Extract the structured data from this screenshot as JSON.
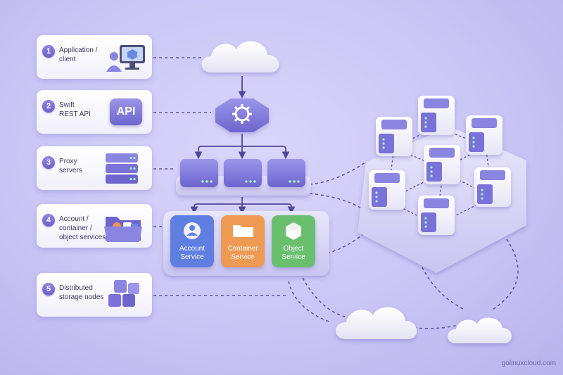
{
  "steps": [
    {
      "number": "1",
      "label": "Application /\nclient",
      "icon": "user-monitor-icon"
    },
    {
      "number": "2",
      "label": "Swift\nREST API",
      "icon": "api-icon"
    },
    {
      "number": "3",
      "label": "Proxy\nservers",
      "icon": "server-stack-icon"
    },
    {
      "number": "4",
      "label": "Account /\ncontainer /\nobject services",
      "icon": "folder-icon"
    },
    {
      "number": "5",
      "label": "Distributed\nstorage nodes",
      "icon": "cubes-icon"
    }
  ],
  "api_badge": "API",
  "services": [
    {
      "label": "Account\nService",
      "icon": "user-icon",
      "color": "#5f7fe0"
    },
    {
      "label": "Container\nService",
      "icon": "folder-icon",
      "color": "#ee9a52"
    },
    {
      "label": "Object\nService",
      "icon": "cube-icon",
      "color": "#6bbf6e"
    }
  ],
  "colors": {
    "accent": "#6a60c8",
    "connector": "#5b54a8",
    "server": "#8b84e0"
  },
  "footer": "golinuxcloud.com"
}
